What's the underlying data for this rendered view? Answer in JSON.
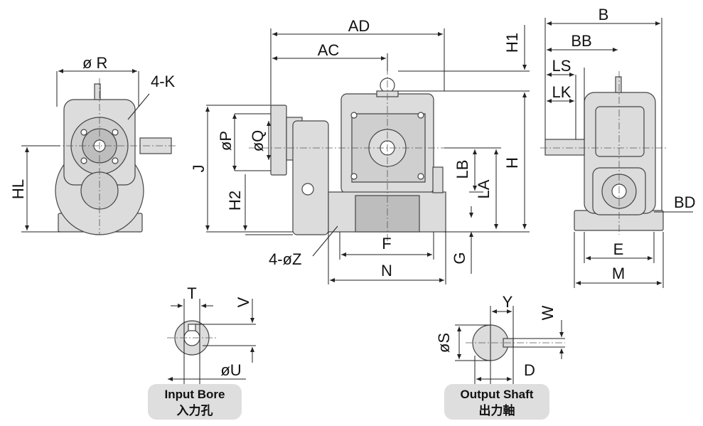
{
  "dimensions": {
    "AD": "AD",
    "AC": "AC",
    "H1": "H1",
    "H": "H",
    "B": "B",
    "BB": "BB",
    "LS": "LS",
    "LK": "LK",
    "BD": "BD",
    "E": "E",
    "M": "M",
    "R": "ø R",
    "K": "4-K",
    "HL": "HL",
    "J": "J",
    "P": "øP",
    "Q": "øQ",
    "H2": "H2",
    "Z": "4-øZ",
    "F": "F",
    "N": "N",
    "G": "G",
    "LB": "LB",
    "LA": "LA",
    "T": "T",
    "V": "V",
    "U": "øU",
    "S": "øS",
    "Y": "Y",
    "W": "W",
    "D": "D"
  },
  "captions": {
    "input_bore_en": "Input Bore",
    "input_bore_zh": "入力孔",
    "output_shaft_en": "Output Shaft",
    "output_shaft_zh": "出力軸"
  }
}
